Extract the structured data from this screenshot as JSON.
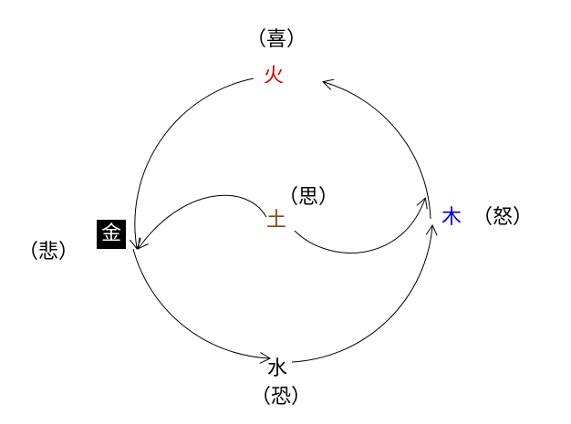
{
  "elements": {
    "fire": {
      "char": "火",
      "emotion": "（喜）",
      "color": "#d40000"
    },
    "wood": {
      "char": "木",
      "emotion": "（怒）",
      "color": "#0000c8"
    },
    "earth": {
      "char": "土",
      "emotion": "（思）",
      "color": "#8b4513"
    },
    "metal": {
      "char": "金",
      "emotion": "（悲）",
      "color": "#ffffff",
      "background": "#000000"
    },
    "water": {
      "char": "水",
      "emotion": "（恐）",
      "color": "#000000"
    }
  },
  "colors": {
    "stroke": "#000000",
    "background": "#ffffff"
  }
}
